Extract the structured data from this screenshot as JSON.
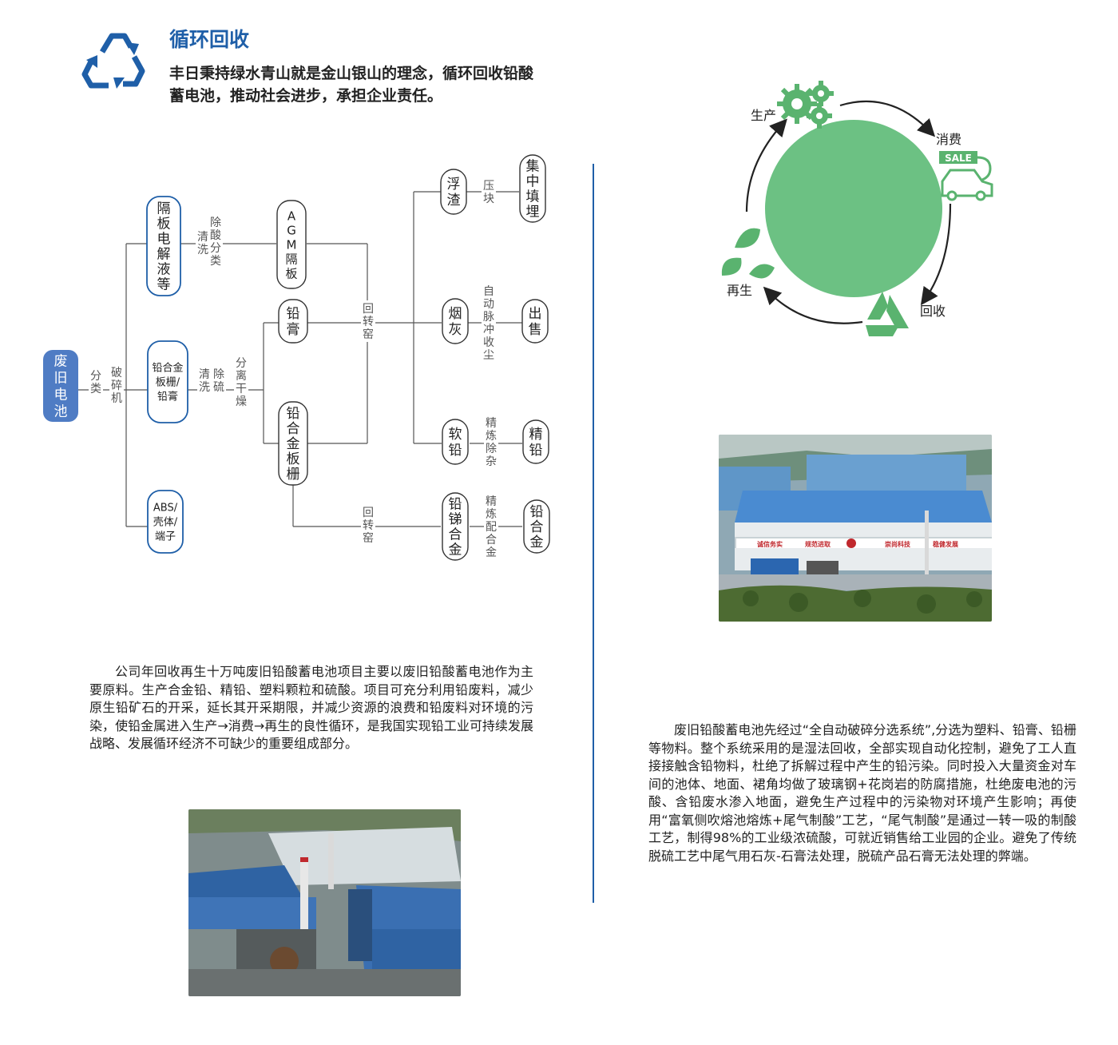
{
  "header": {
    "title": "循环回收",
    "intro": "丰日秉持绿水青山就是金山银山的理念，循环回收铅酸蓄电池，推动社会进步，承担企业责任。"
  },
  "flow": {
    "start": [
      "废",
      "旧",
      "电",
      "池"
    ],
    "step_sort": [
      "分",
      "类"
    ],
    "step_crush": [
      "破",
      "碎",
      "机"
    ],
    "node_separator": [
      "隔",
      "板",
      "电",
      "解",
      "液",
      "等"
    ],
    "label_wash1": [
      "清",
      "洗"
    ],
    "label_acid_sort": [
      "除",
      "酸",
      "分",
      "类"
    ],
    "node_agm": [
      "A",
      "G",
      "M",
      "隔",
      "板"
    ],
    "node_alloy_grid_paste": [
      "铅合金",
      "板栅/",
      "铅膏"
    ],
    "label_wash2": [
      "清",
      "洗"
    ],
    "label_desulf": [
      "除",
      "硫"
    ],
    "label_dry": [
      "分",
      "离",
      "干",
      "燥"
    ],
    "node_paste": [
      "铅",
      "膏"
    ],
    "node_grid": [
      "铅",
      "合",
      "金",
      "板",
      "栅"
    ],
    "node_abs": [
      "ABS/",
      "壳体/",
      "端子"
    ],
    "label_kiln1": [
      "回",
      "转",
      "窑"
    ],
    "label_kiln2": [
      "回",
      "转",
      "窑"
    ],
    "node_slag": [
      "浮",
      "渣"
    ],
    "label_press": [
      "压",
      "块"
    ],
    "node_landfill": [
      "集",
      "中",
      "填",
      "埋"
    ],
    "node_dust": [
      "烟",
      "灰"
    ],
    "label_dust_collect": [
      "自",
      "动",
      "脉",
      "冲",
      "收",
      "尘"
    ],
    "node_sale": [
      "出",
      "售"
    ],
    "node_soft_lead": [
      "软",
      "铅"
    ],
    "label_refine_purify": [
      "精",
      "炼",
      "除",
      "杂"
    ],
    "node_refined_lead": [
      "精",
      "铅"
    ],
    "node_pb_sb": [
      "铅",
      "锑",
      "合",
      "金"
    ],
    "label_refine_alloy": [
      "精",
      "炼",
      "配",
      "合",
      "金"
    ],
    "node_alloy": [
      "铅",
      "合",
      "金"
    ]
  },
  "cycle": {
    "production": "生产",
    "consumption": "消费",
    "recycle": "回收",
    "regeneration": "再生",
    "sale_tag": "SALE"
  },
  "paragraphs": {
    "left": "公司年回收再生十万吨废旧铅酸蓄电池项目主要以废旧铅酸蓄电池作为主要原料。生产合金铅、精铅、塑料颗粒和硫酸。项目可充分利用铅废料，减少原生铅矿石的开采，延长其开采期限，并减少资源的浪费和铅废料对环境的污染，使铅金属进入生产→消费→再生的良性循环，是我国实现铅工业可持续发展战略、发展循环经济不可缺少的重要组成部分。",
    "right": "废旧铅酸蓄电池先经过“全自动破碎分选系统”,分选为塑料、铅膏、铅栅等物料。整个系统采用的是湿法回收，全部实现自动化控制，避免了工人直接接触含铅物料，杜绝了拆解过程中产生的铅污染。同时投入大量资金对车间的池体、地面、裙角均做了玻璃钢+花岗岩的防腐措施，杜绝废电池的污酸、含铅废水渗入地面，避免生产过程中的污染物对环境产生影响；再使用“富氧侧吹熔池熔炼+尾气制酸”工艺，“尾气制酸”是通过一转一吸的制酸工艺，制得98%的工业级浓硫酸，可就近销售给工业园的企业。避免了传统脱硫工艺中尾气用石灰-石膏法处理，脱硫产品石膏无法处理的弊端。"
  },
  "photo_banner": [
    "诚信务实",
    "规范进取",
    "崇尚科技",
    "稳健发展"
  ],
  "colors": {
    "accent": "#1f5fa8",
    "start_fill": "#4f7cc4",
    "node_border": "#1f5fa8",
    "dark_node_border": "#333333",
    "cycle_green": "#6cc183",
    "icon_green": "#5ab36f"
  },
  "icons": [
    "recycle-icon",
    "gears-icon",
    "sale-car-icon",
    "leaves-icon",
    "recycle-triangle-icon"
  ]
}
